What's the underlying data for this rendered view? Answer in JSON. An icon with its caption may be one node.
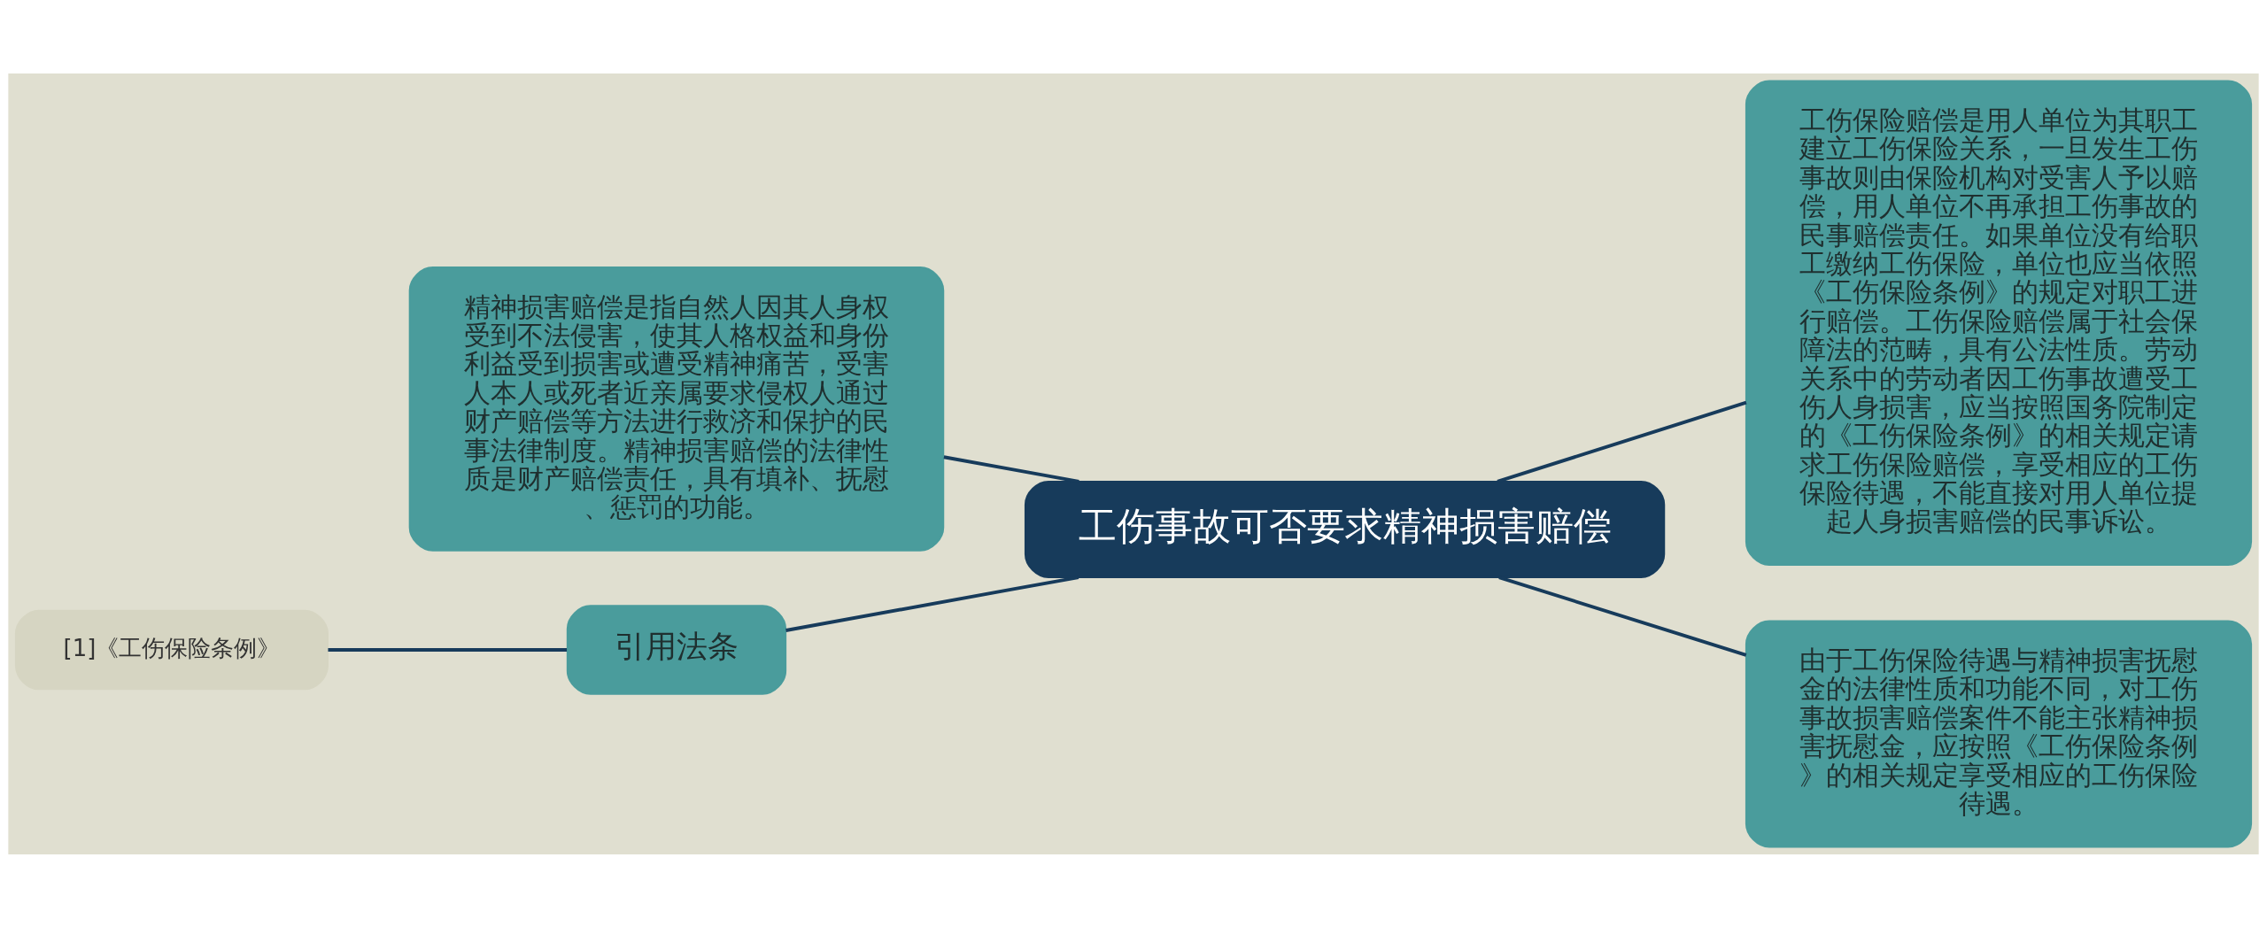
{
  "diagram": {
    "nodes": [
      {
        "text": [
          "工伤事故可否要求精神损害赔偿"
        ]
      },
      {
        "text": [
          "精神损害赔偿是指自然人因其人身权受到不法侵害，使其人格权益和身份利益受到损害或遭受精神痛苦，受害人本人或死者近亲属要求侵权人通过财产赔偿等方法进行救济和保护的民事法律制度。精神损害赔偿的法律性质是财产赔偿责任，具有填补、抚慰、惩罚的功能。"
        ]
      },
      {
        "text": [
          "引用法条"
        ]
      },
      {
        "text": [
          "[1]《工伤保险条例》"
        ]
      },
      {
        "text": [
          "工伤保险赔偿是用人单位为其职工建立工伤保险关系，一旦发生工伤事故则由保险机构对受害人予以赔偿，用人单位不再承担工伤事故的民事赔偿责任。如果单位没有给职工缴纳工伤保险，单位也应当依照《工伤保险条例》的规定对职工进行赔偿。工伤保险赔偿属于社会保障法的范畴，具有公法性质。劳动关系中的劳动者因工伤事故遭受工伤人身损害，应当按照国务院制定的《工伤保险条例》的相关规定请求工伤保险赔偿，享受相应的工伤保险待遇，不能直接对用人单位提起人身损害赔偿的民事诉讼。"
        ]
      },
      {
        "text": [
          "由于工伤保险待遇与精神损害抚慰金的法律性质和功能不同，对工伤事故损害赔偿案件不能主张精神损害抚慰金，应按照《工伤保险条例》的相关规定享受相应的工伤保险待遇。"
        ]
      }
    ],
    "edges": [
      {
        "from": 0,
        "to": 1,
        "arrow": "none"
      },
      {
        "from": 0,
        "to": 2,
        "arrow": "none"
      },
      {
        "from": 2,
        "to": 3,
        "arrow": "none"
      },
      {
        "from": 0,
        "to": 4,
        "arrow": "none"
      },
      {
        "from": 0,
        "to": 5,
        "arrow": "none"
      }
    ]
  }
}
